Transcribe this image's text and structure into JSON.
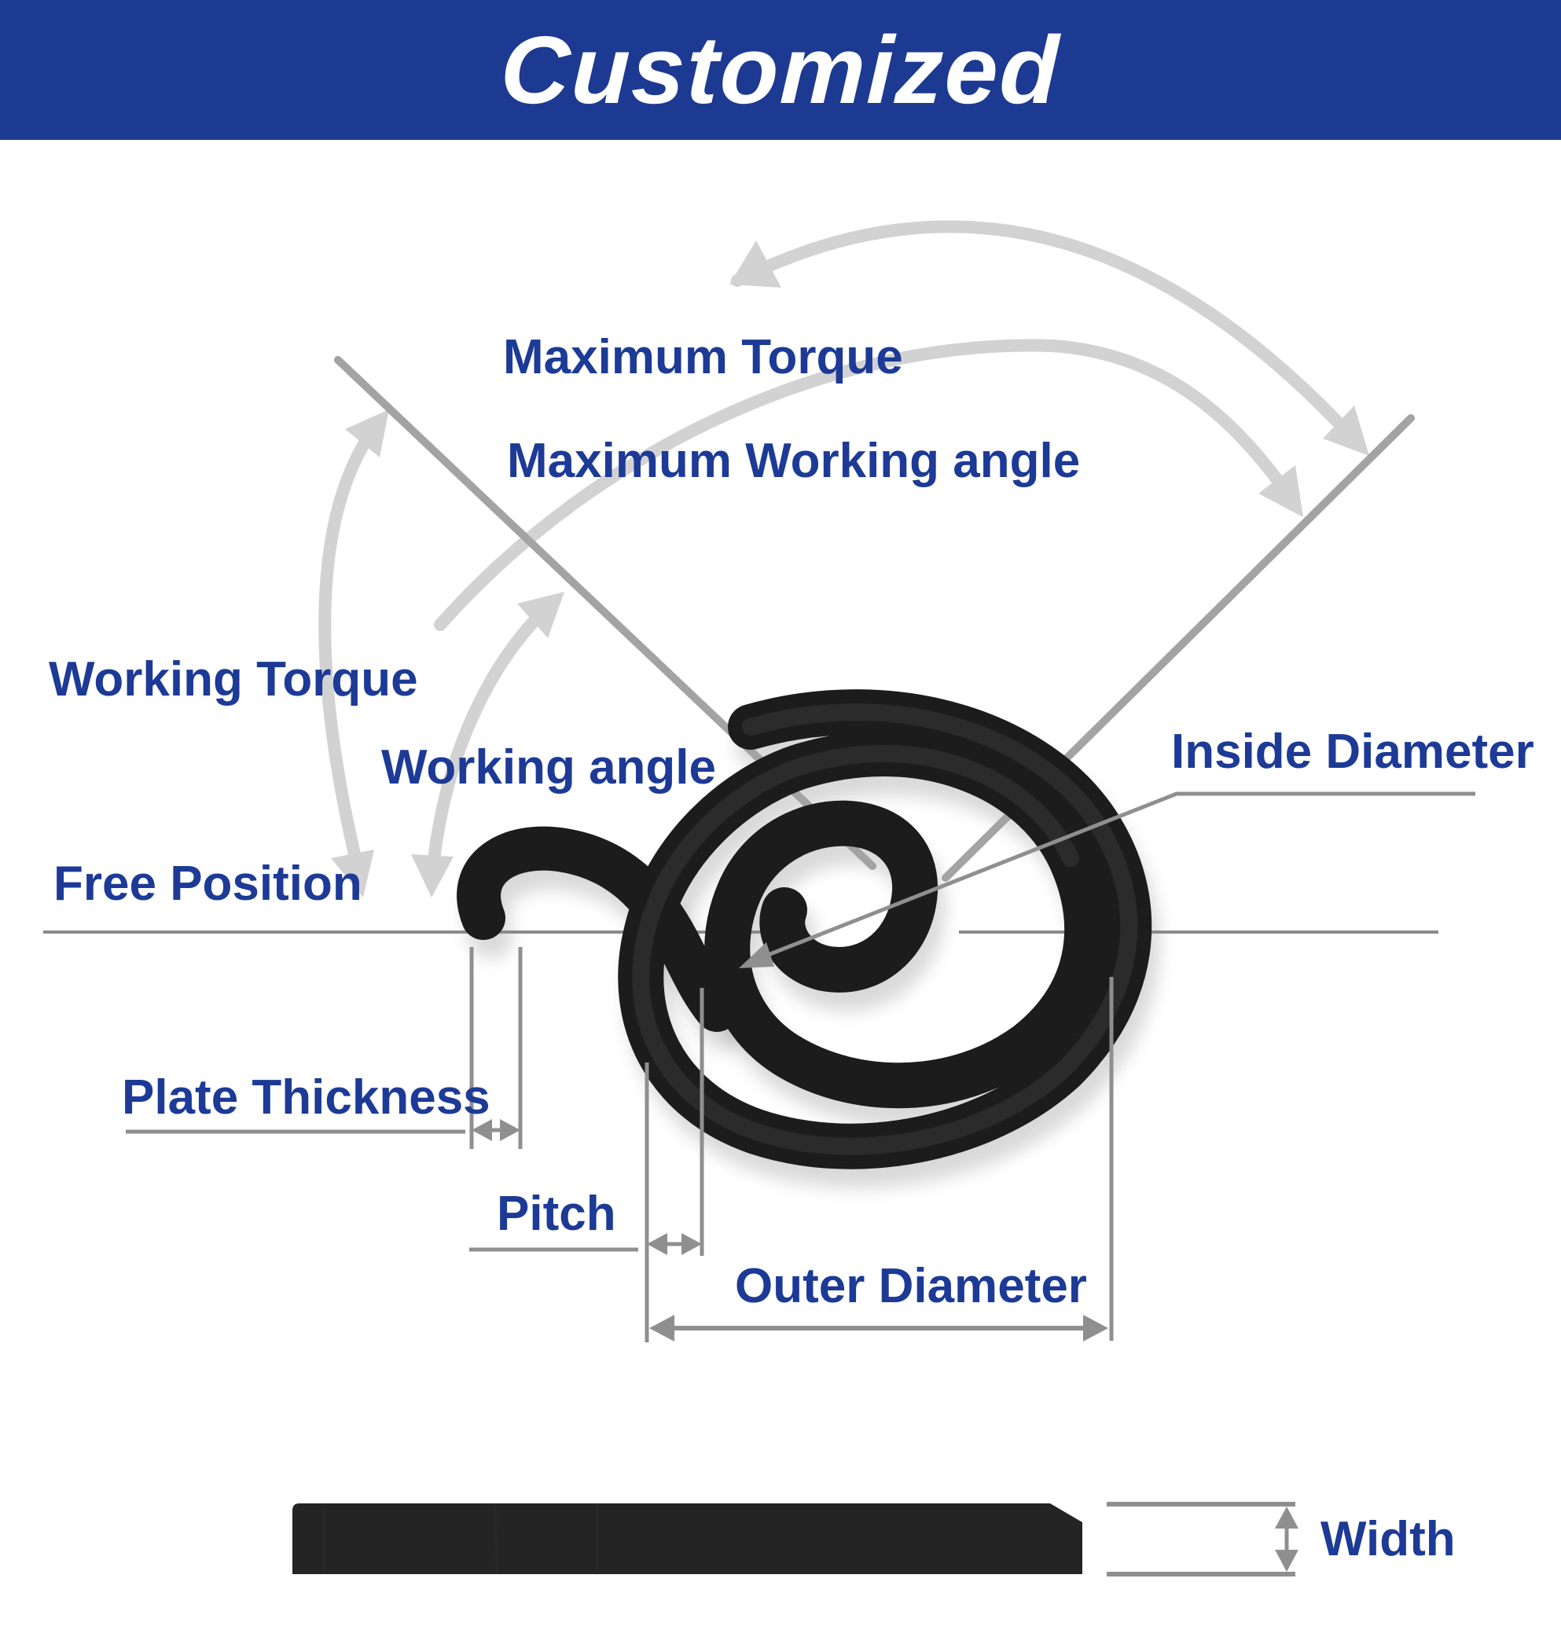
{
  "header": {
    "title": "Customized"
  },
  "diagram": {
    "labels": {
      "maximum_torque": "Maximum Torque",
      "maximum_working_angle": "Maximum Working angle",
      "working_torque": "Working Torque",
      "working_angle": "Working angle",
      "free_position": "Free Position",
      "inside_diameter": "Inside Diameter",
      "plate_thickness": "Plate Thickness",
      "pitch": "Pitch",
      "outer_diameter": "Outer Diameter",
      "width": "Width"
    }
  },
  "colors": {
    "banner": "#1d3a92",
    "title_text": "#ffffff",
    "label": "#1c3a96",
    "arc": "#d2d2d2",
    "line": "#8f8f8f",
    "dark_line": "#a3a3a3",
    "spring": "#1c1c1c",
    "bar": "#242424"
  }
}
